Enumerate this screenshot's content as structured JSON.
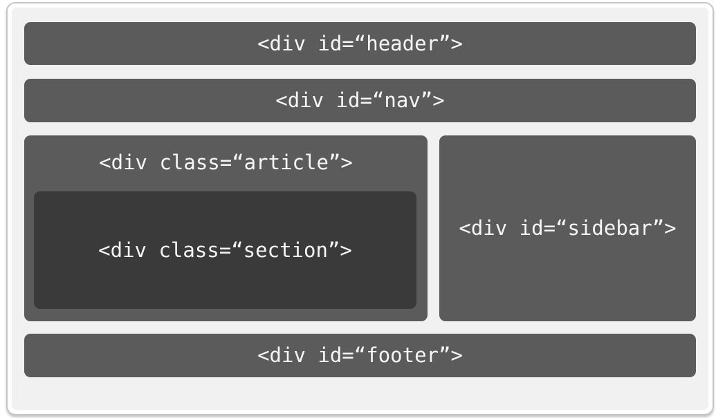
{
  "diagram": {
    "title": "html-layout-structure-diagram",
    "colors": {
      "card_background": "#fefefe",
      "card_border": "#c6c6c6",
      "canvas_background": "#f1f1f2",
      "block_background": "#5b5b5b",
      "section_background": "#3a3a3a",
      "label_text": "#f6f6f6"
    },
    "blocks": {
      "header": {
        "label": "<div id=“header”>"
      },
      "nav": {
        "label": "<div id=“nav”>"
      },
      "article": {
        "label": "<div class=“article”>"
      },
      "section": {
        "label": "<div class=“section”>"
      },
      "sidebar": {
        "label": "<div id=“sidebar”>"
      },
      "footer": {
        "label": "<div id=“footer”>"
      }
    }
  }
}
